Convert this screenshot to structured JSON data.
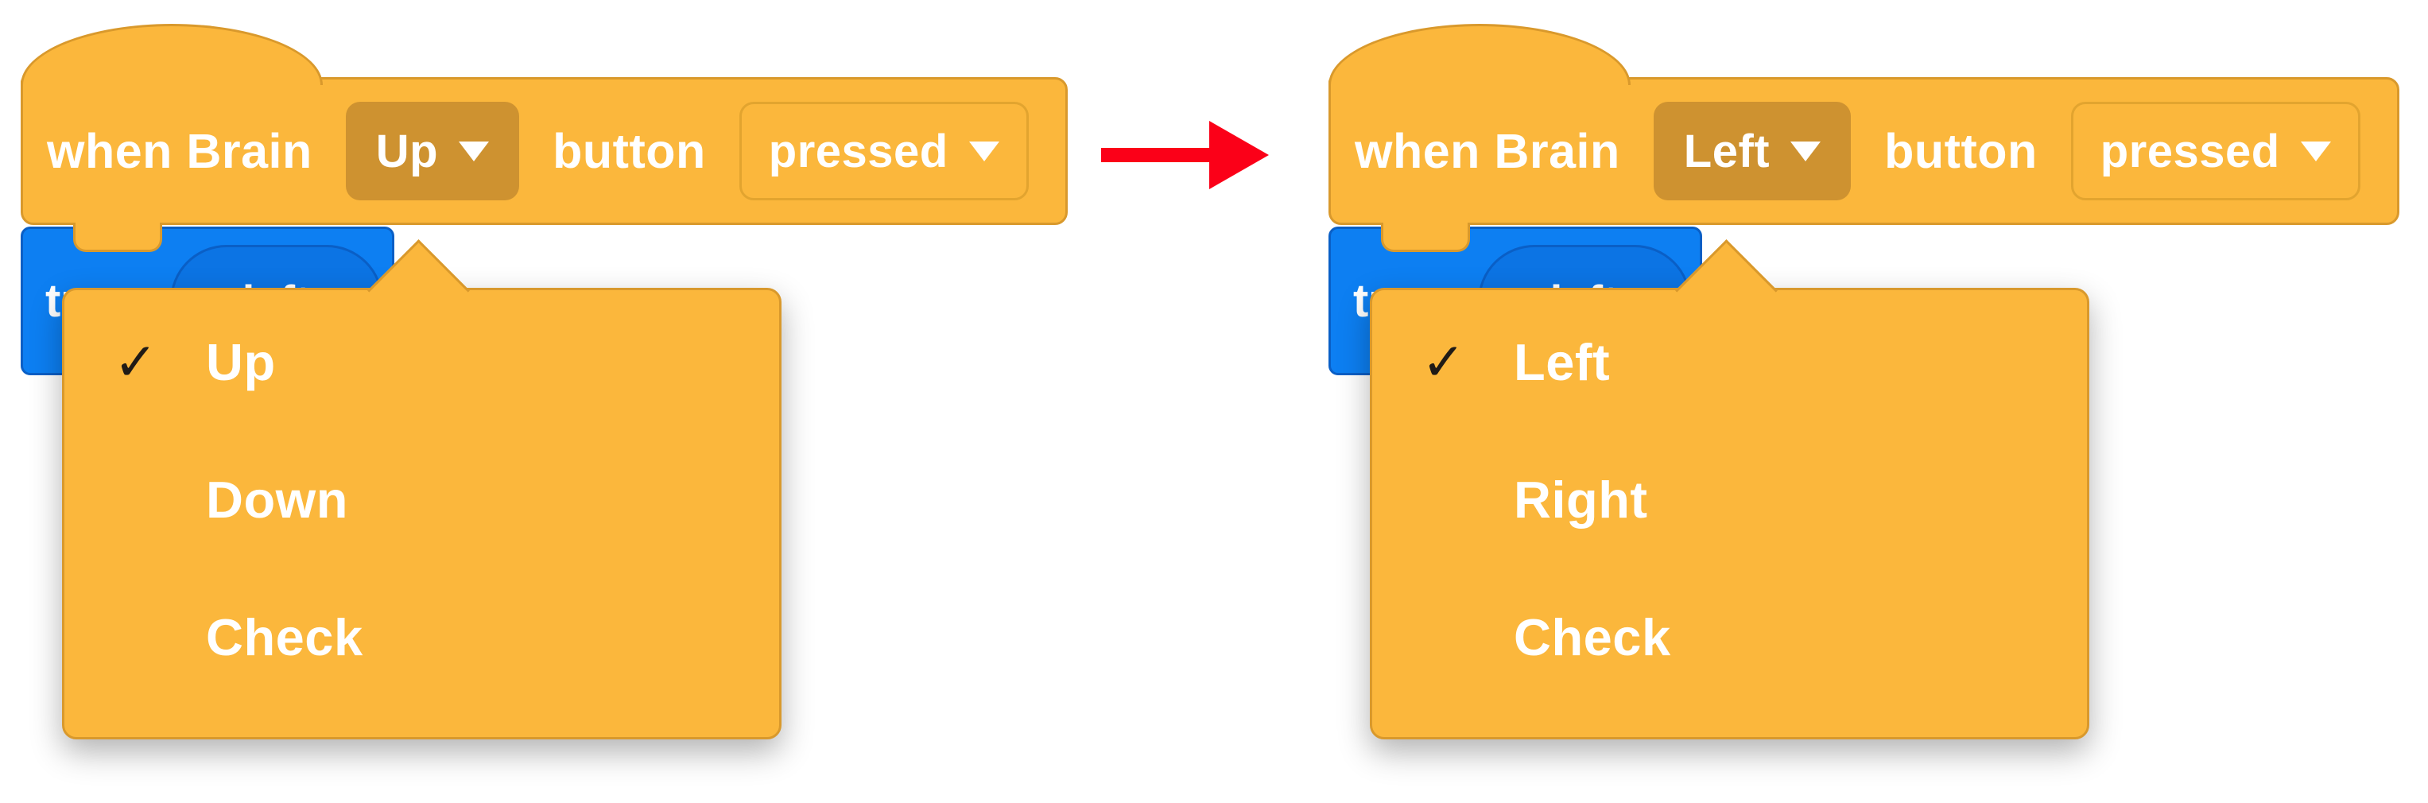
{
  "before": {
    "hat": {
      "when_brain": "when Brain",
      "button_value": "Up",
      "button_label": "button",
      "state_value": "pressed"
    },
    "turn": {
      "label": "turn",
      "value": "left"
    },
    "menu": {
      "items": [
        {
          "check": "✓",
          "label": "Up"
        },
        {
          "check": "",
          "label": "Down"
        },
        {
          "check": "",
          "label": "Check"
        }
      ]
    }
  },
  "after": {
    "hat": {
      "when_brain": "when Brain",
      "button_value": "Left",
      "button_label": "button",
      "state_value": "pressed"
    },
    "turn": {
      "label": "turn",
      "value": "left"
    },
    "menu": {
      "items": [
        {
          "check": "✓",
          "label": "Left"
        },
        {
          "check": "",
          "label": "Right"
        },
        {
          "check": "",
          "label": "Check"
        }
      ]
    }
  },
  "icons": {
    "checkmark": "✓",
    "dropdown_caret": "▼ (white css triangle)",
    "change_arrow": "→ (red css arrow)"
  },
  "colors": {
    "block_orange": "#FBB73C",
    "block_orange_border": "#D9992C",
    "field_dark_orange": "#CE9230",
    "field_outline_border": "#E2A42F",
    "block_blue": "#0D7FF2",
    "block_blue_border": "#0A5FC6",
    "field_blue": "#0C74E4",
    "menu_text": "#FFFFFF",
    "checkmark_color": "#201B16",
    "arrow_red": "#FB0018"
  }
}
